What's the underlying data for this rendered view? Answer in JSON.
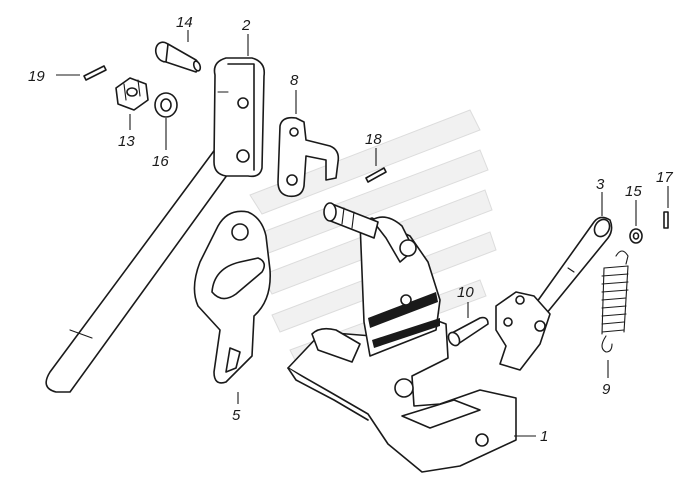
{
  "callouts": [
    {
      "id": "1",
      "text": "1"
    },
    {
      "id": "2",
      "text": "2"
    },
    {
      "id": "3",
      "text": "3"
    },
    {
      "id": "5",
      "text": "5"
    },
    {
      "id": "8",
      "text": "8"
    },
    {
      "id": "9",
      "text": "9"
    },
    {
      "id": "10",
      "text": "10"
    },
    {
      "id": "13",
      "text": "13"
    },
    {
      "id": "14",
      "text": "14"
    },
    {
      "id": "15",
      "text": "15"
    },
    {
      "id": "16",
      "text": "16"
    },
    {
      "id": "17",
      "text": "17"
    },
    {
      "id": "18",
      "text": "18"
    },
    {
      "id": "19",
      "text": "19"
    }
  ]
}
